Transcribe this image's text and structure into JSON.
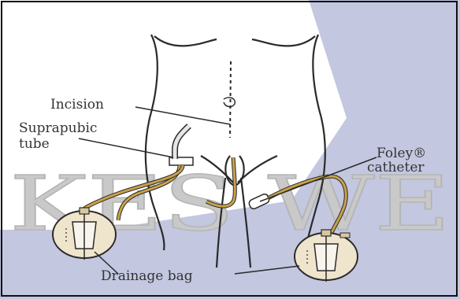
{
  "labels": {
    "incision": "Incision",
    "suprapubic_tube": [
      "Suprapubic",
      "tube"
    ],
    "foley_catheter": [
      "Foley®",
      "catheter"
    ],
    "drainage_bag": "Drainage bag"
  },
  "watermark": {
    "text": "KES WE"
  },
  "colors": {
    "watermark_band": "#c3c7e0",
    "watermark_text": "#c9c9c9",
    "tube": "#c9a24a",
    "bag_fill": "#efe4cc",
    "outline": "#2a2a2a",
    "label_text": "#333333"
  }
}
